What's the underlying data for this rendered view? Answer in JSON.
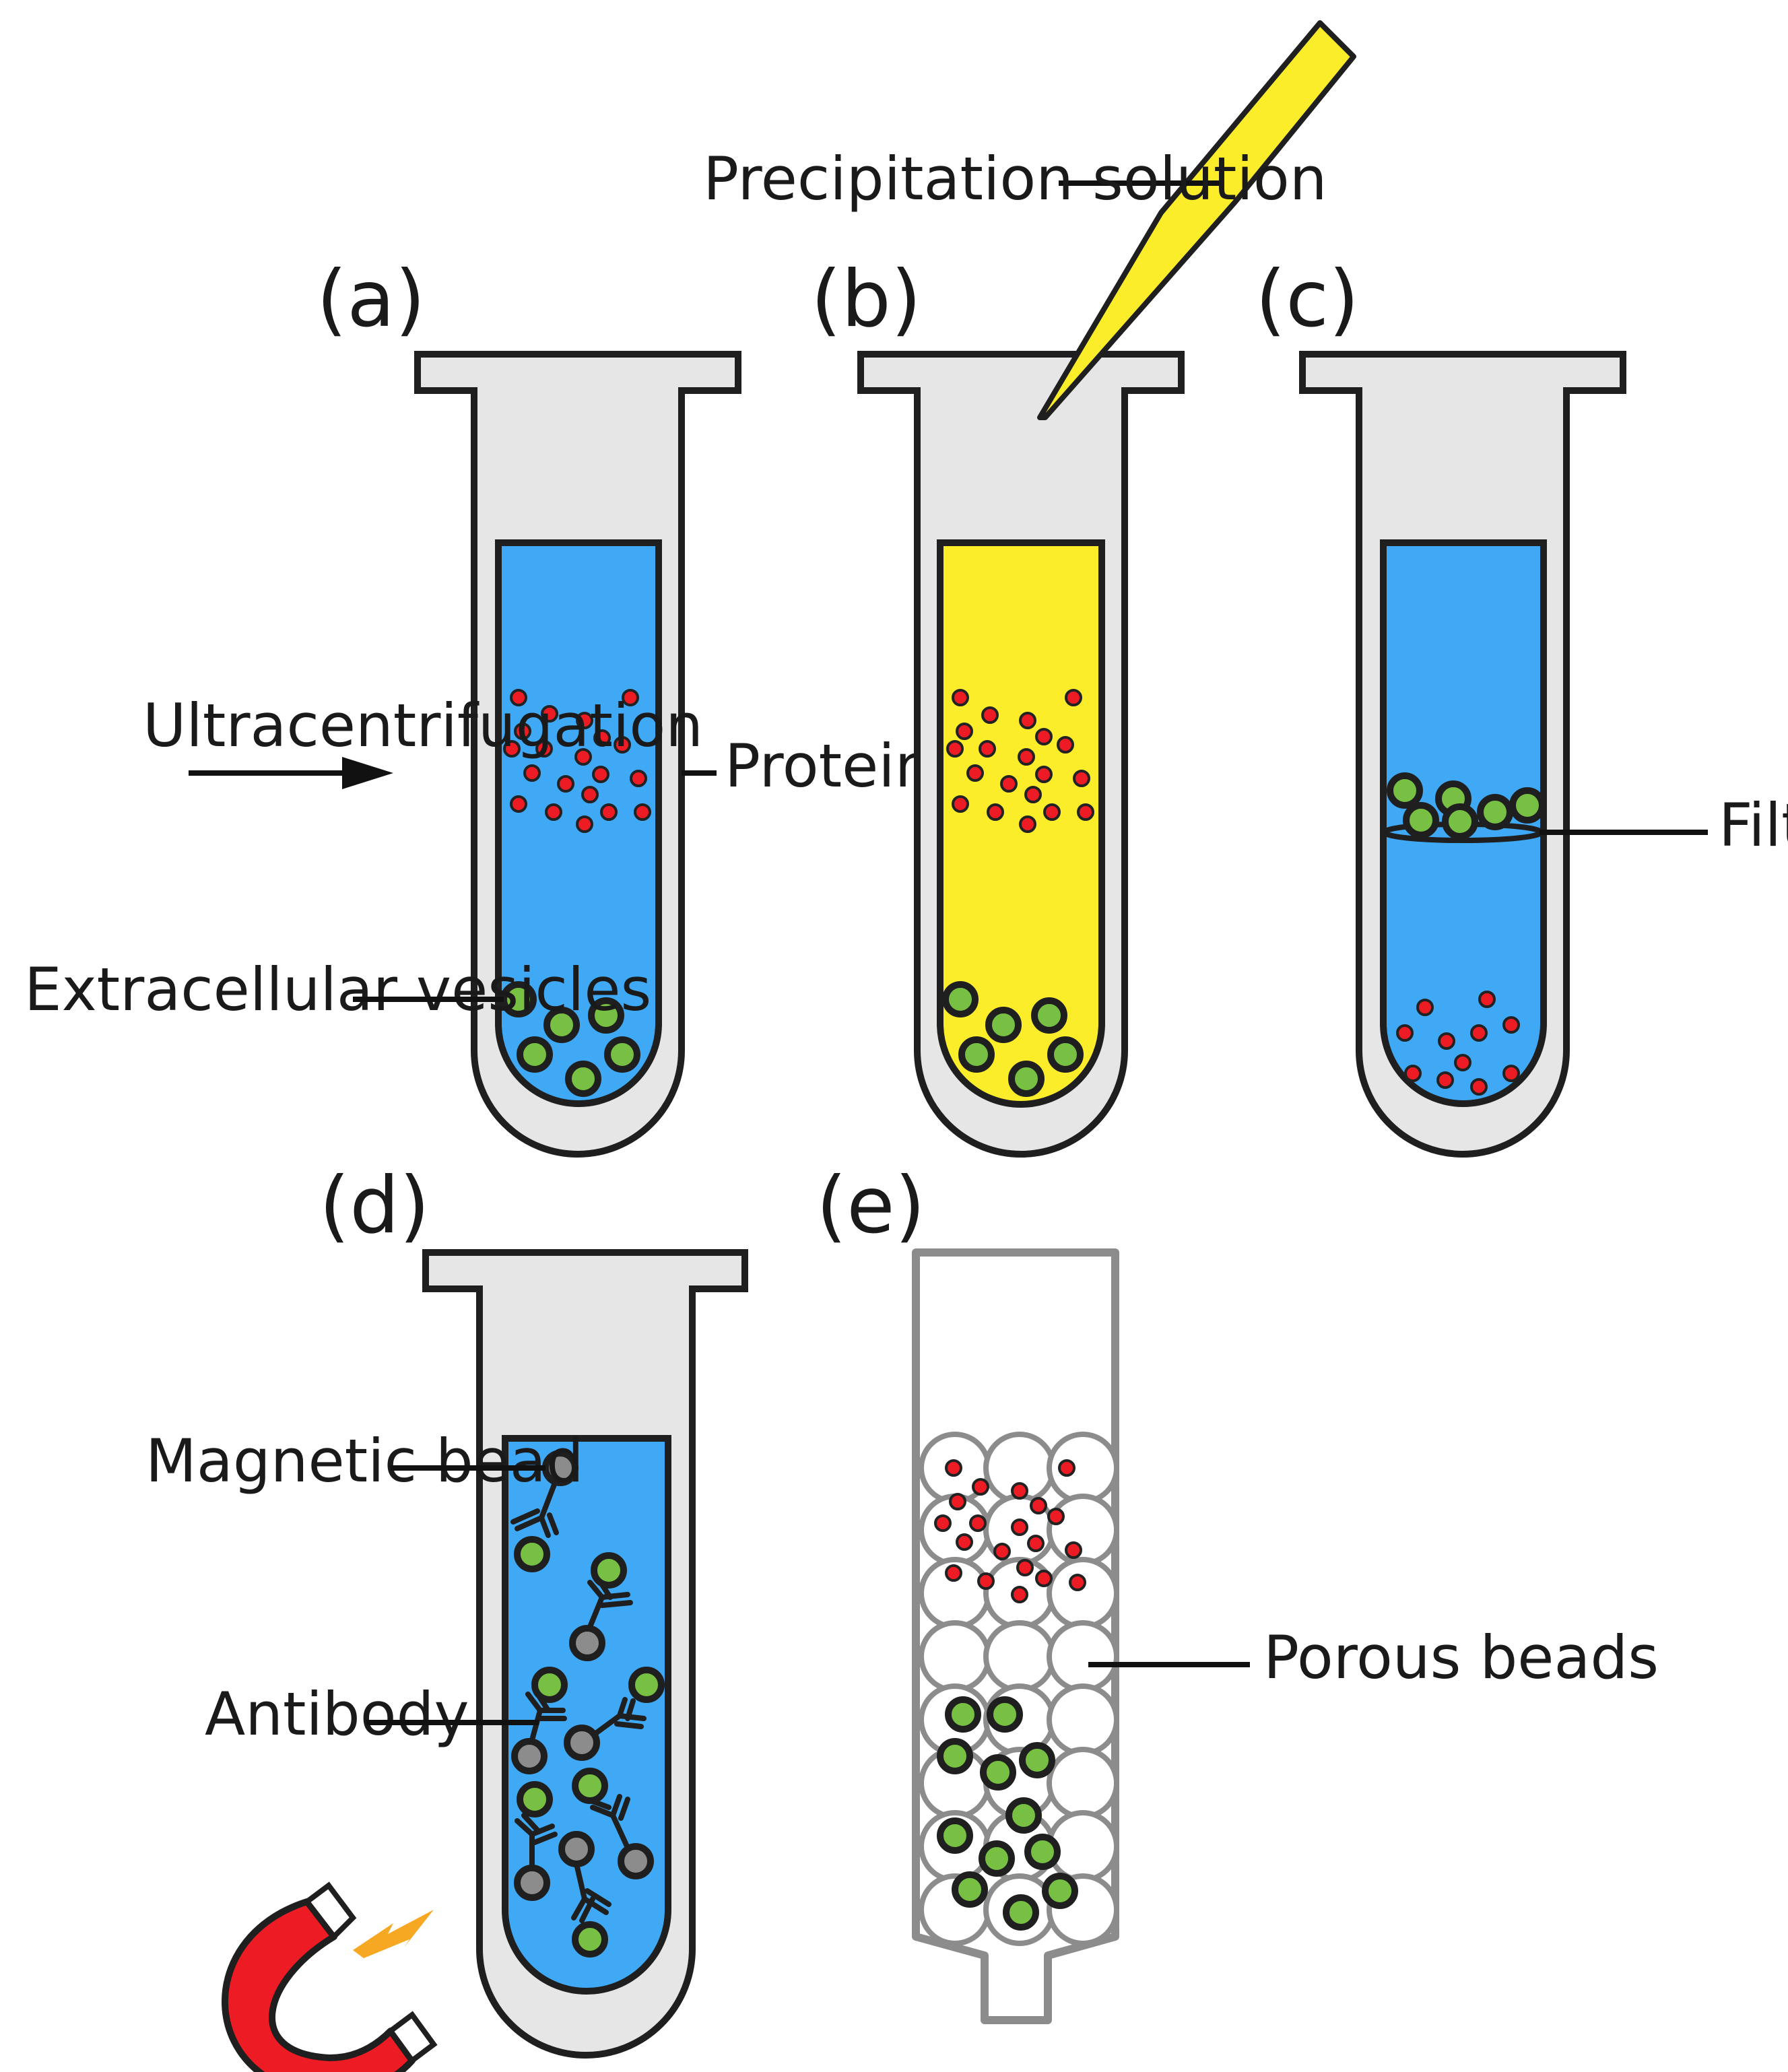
{
  "panels": {
    "a": "(a)",
    "b": "(b)",
    "c": "(c)",
    "d": "(d)",
    "e": "(e)"
  },
  "labels": {
    "precipitation": "Precipitation solution",
    "ultracentrifugation": "Ultracentrifugation",
    "protein": "Protein",
    "extracellular_vesicles": "Extracellular vesicles",
    "filter": "Filter",
    "magnetic_bead": "Magnetic bead",
    "antibody": "Antibody",
    "porous_beads": "Porous beads"
  },
  "colors": {
    "tube": "#e6e6e6",
    "buffer_blue": "#3fa9f5",
    "precipitation_yellow": "#fced2b",
    "protein_red": "#ed1c24",
    "vesicle_green": "#78c043",
    "magnetic_bead_gray": "#8c8c8c",
    "magnet_red": "#ed1c24",
    "spark_orange": "#f7a823"
  },
  "icons": [
    "pipette-tip-icon",
    "arrow-right-icon",
    "horseshoe-magnet-icon",
    "spark-icon"
  ]
}
